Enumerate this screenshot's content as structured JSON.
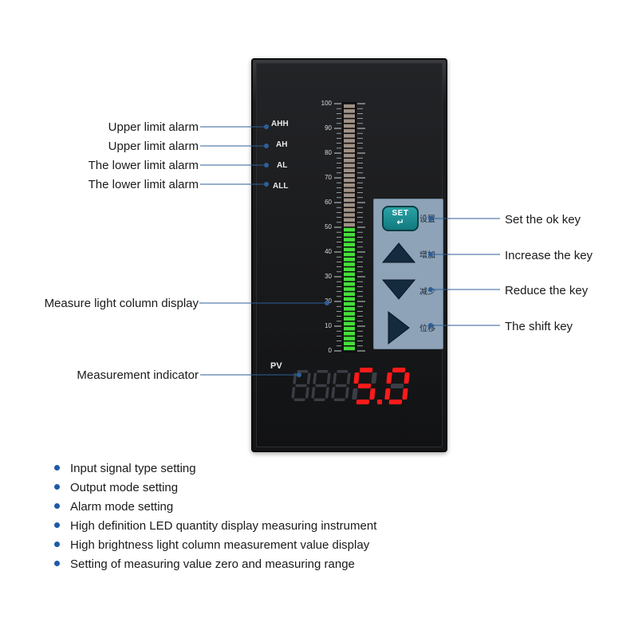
{
  "device": {
    "pv_label": "PV",
    "display_value": "5.0",
    "bargraph_level_percent": 50,
    "scale_ticks": [
      "100",
      "90",
      "80",
      "70",
      "60",
      "50",
      "40",
      "30",
      "20",
      "10",
      "0"
    ],
    "alarm_tags": [
      "AHH",
      "AH",
      "AL",
      "ALL"
    ],
    "keys": {
      "set_text": "SET",
      "set_cn": "设置",
      "up_cn": "增加",
      "down_cn": "减少",
      "shift_cn": "位移"
    }
  },
  "callouts": {
    "upper_limit_alarm_1": "Upper limit alarm",
    "upper_limit_alarm_2": "Upper limit alarm",
    "lower_limit_alarm_1": "The lower limit alarm",
    "lower_limit_alarm_2": "The lower limit alarm",
    "measure_light_column": "Measure light column display",
    "measurement_indicator": "Measurement indicator",
    "set_ok_key": "Set the ok key",
    "increase_key": "Increase the key",
    "reduce_key": "Reduce the key",
    "shift_key": "The shift key"
  },
  "features": [
    "Input signal type setting",
    "Output mode setting",
    "Alarm mode setting",
    "High definition LED quantity display measuring instrument",
    "High brightness light column measurement value display",
    "Setting of measuring value zero and measuring range"
  ],
  "colors": {
    "callout_line": "#2e5f98",
    "bar_on": "#45e03a",
    "bar_off": "#b9a79a",
    "led_on": "#ff1a1a",
    "led_off": "#3a3d44",
    "key_panel": "#8ea3b8",
    "bullet": "#1e5aa8"
  }
}
